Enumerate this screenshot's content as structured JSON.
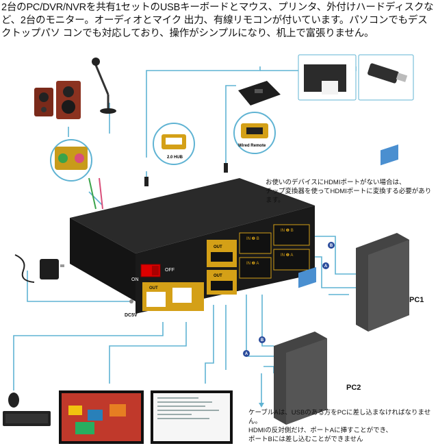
{
  "intro_text": "2台のPC/DVR/NVRを共有1セットのUSBキーボードとマウス、プリンタ、外付けハードディスクなど、2台のモニター。オーディオとマイク 出力、有線リモコンが付いています。パソコンでもデスクトップパソ コンでも対応しており、操作がシンプルになり、机上で富張りません。",
  "note_top": {
    "line1": "お使いのデバイスにHDMIポートがない場合は、",
    "line2": "チップ変換器を使ってHDMIポートに変換する必要があります。"
  },
  "note_bottom": {
    "line1": "ケーブルAは、USBのある方をPCに差し込まなければなりません。",
    "line2": "HDMIの反対側だけ、ポートAに挿すことができ、",
    "line3": "ポートBには差し込むことができません"
  },
  "pc_labels": {
    "pc1": "PC1",
    "pc2": "PC2"
  },
  "device": {
    "on": "ON",
    "off": "OFF",
    "dc": "DC5V",
    "out_1": "OUT",
    "in_1b": "IN ❶ B",
    "in_1a": "IN ❶ A",
    "out_2": "OUT",
    "in_2b": "IN ❷ B",
    "in_2a": "IN ❷ A",
    "usb_out": "OUT"
  },
  "callouts": {
    "usb_hub": "2.0 HUB",
    "wired_remote": "Wired Remote"
  },
  "cable_markers": {
    "a": "A",
    "b": "B"
  },
  "colors": {
    "device_body": "#1a1a1a",
    "gold_trim": "#d4a017",
    "cable_line": "#5fb3d3",
    "marker": "#2a4b9b"
  },
  "icons": [
    "speaker-icon",
    "microphone-icon",
    "audio-jack-icon",
    "usb-hub-icon",
    "printer-icon",
    "usb-flash-drive-icon",
    "remote-icon",
    "wired-remote-port-icon",
    "power-adapter-icon",
    "keyboard-icon",
    "mouse-icon",
    "monitor-icon",
    "pc-tower-icon"
  ]
}
